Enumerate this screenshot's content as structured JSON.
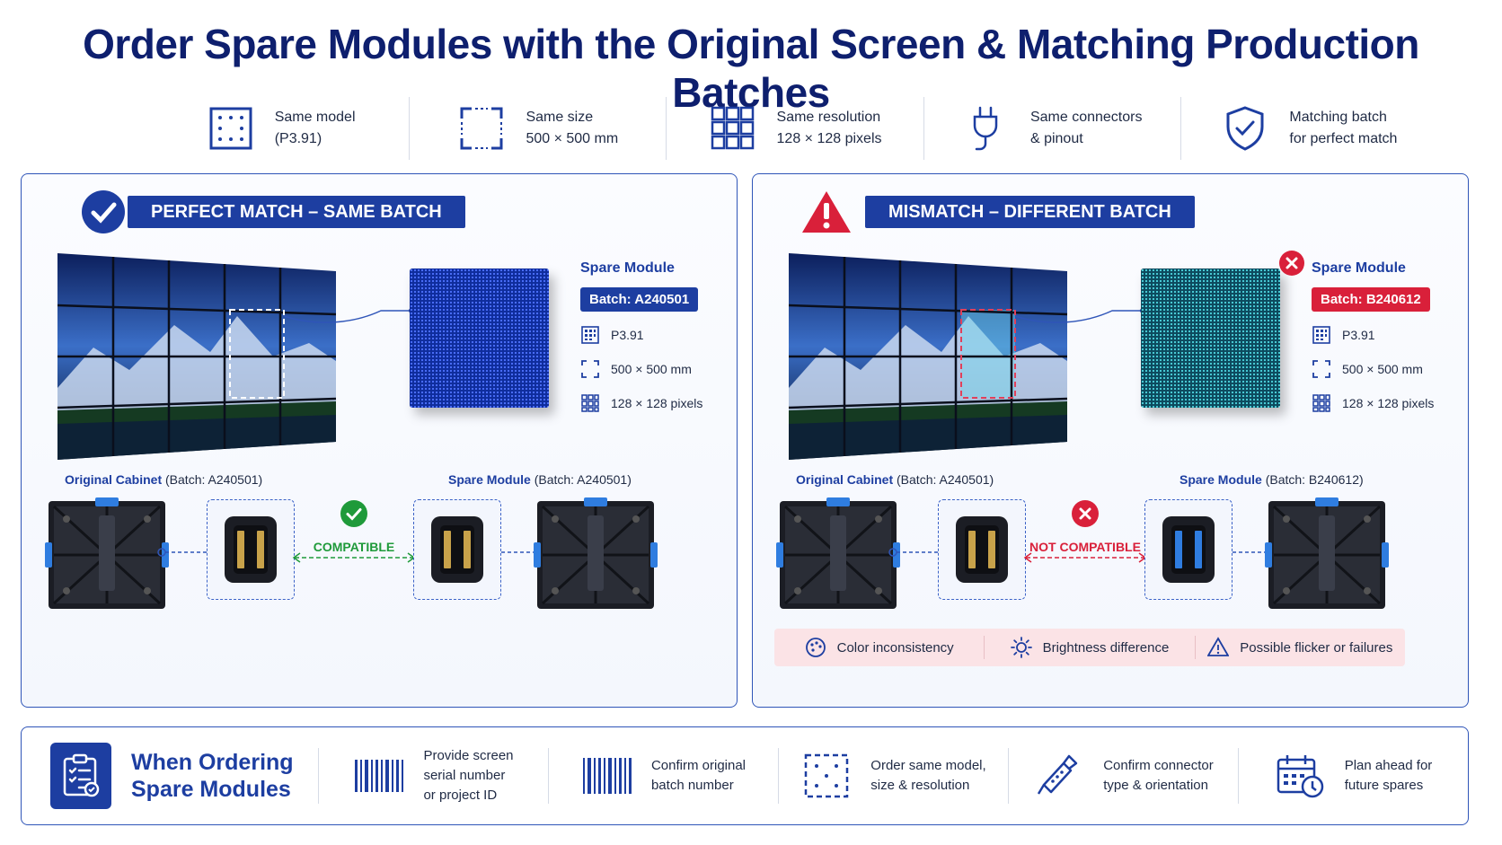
{
  "title": "Order Spare Modules with the Original Screen & Matching Production Batches",
  "specs": [
    {
      "icon": "model-grid-icon",
      "line1": "Same model",
      "line2": "(P3.91)"
    },
    {
      "icon": "size-frame-icon",
      "line1": "Same size",
      "line2": "500 × 500 mm"
    },
    {
      "icon": "resolution-grid-icon",
      "line1": "Same resolution",
      "line2": "128 × 128 pixels"
    },
    {
      "icon": "plug-icon",
      "line1": "Same connectors",
      "line2": "& pinout"
    },
    {
      "icon": "shield-check-icon",
      "line1": "Matching batch",
      "line2": "for perfect match"
    }
  ],
  "left_panel": {
    "header": "PERFECT MATCH – SAME BATCH",
    "spare_label": "Spare Module",
    "batch": "Batch: A240501",
    "mini_specs": [
      "P3.91",
      "500 × 500 mm",
      "128 × 128 pixels"
    ],
    "original_name": "Original Cabinet",
    "original_batch": "(Batch: A240501)",
    "spare_name": "Spare Module",
    "spare_batch": "(Batch: A240501)",
    "status": "COMPATIBLE",
    "accent": "#1f9a3a"
  },
  "right_panel": {
    "header": "MISMATCH – DIFFERENT BATCH",
    "spare_label": "Spare Module",
    "batch": "Batch: B240612",
    "mini_specs": [
      "P3.91",
      "500 × 500 mm",
      "128 × 128 pixels"
    ],
    "original_name": "Original Cabinet",
    "original_batch": "(Batch: A240501)",
    "spare_name": "Spare Module",
    "spare_batch": "(Batch: B240612)",
    "status": "NOT COMPATIBLE",
    "accent": "#d9203a",
    "warnings": [
      "Color inconsistency",
      "Brightness difference",
      "Possible flicker or failures"
    ]
  },
  "ordering": {
    "title_line1": "When Ordering",
    "title_line2": "Spare Modules",
    "steps": [
      {
        "icon": "barcode-icon",
        "text": "Provide screen\nserial number\nor project ID"
      },
      {
        "icon": "barcode-batch-icon",
        "text": "Confirm original\nbatch number"
      },
      {
        "icon": "module-frame-icon",
        "text": "Order same model,\nsize & resolution"
      },
      {
        "icon": "connector-icon",
        "text": "Confirm connector\ntype & orientation"
      },
      {
        "icon": "calendar-clock-icon",
        "text": "Plan ahead for\nfuture spares"
      }
    ]
  },
  "colors": {
    "brand": "#1d3ea1",
    "title": "#0e1f6e",
    "ok": "#1f9a3a",
    "bad": "#d9203a"
  }
}
